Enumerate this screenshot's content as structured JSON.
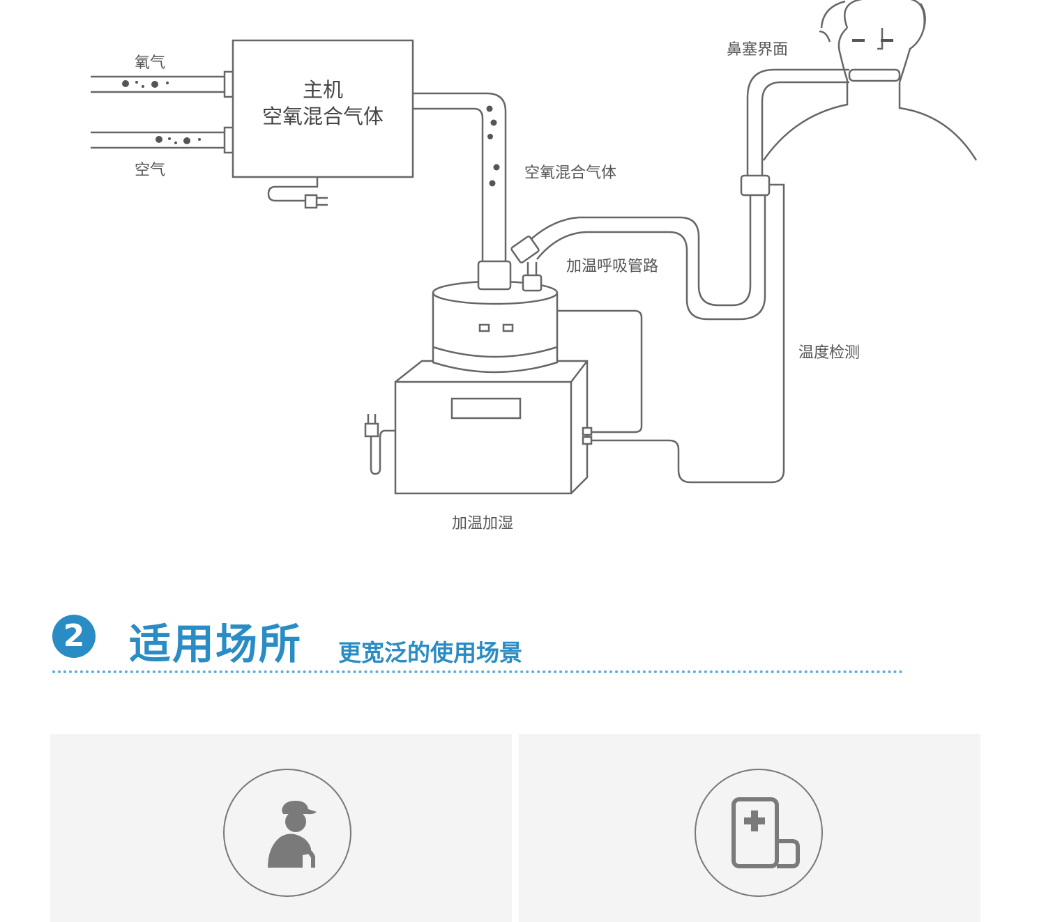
{
  "diagram": {
    "labels": {
      "oxygen": "氧气",
      "air": "空气",
      "host_line1": "主机",
      "host_line2": "空氧混合气体",
      "mixed_gas": "空氧混合气体",
      "nasal_interface": "鼻塞界面",
      "heated_circuit": "加温呼吸管路",
      "temp_detection": "温度检测",
      "heater_humidifier": "加温加湿"
    }
  },
  "section": {
    "number": "2",
    "title": "适用场所",
    "subtitle": "更宽泛的使用场景"
  },
  "cards": [
    {
      "icon": "elderly-person-icon"
    },
    {
      "icon": "hospital-bed-icon"
    }
  ],
  "colors": {
    "accent": "#2a8cc4",
    "line": "#666666",
    "card_bg": "#f4f4f4"
  }
}
